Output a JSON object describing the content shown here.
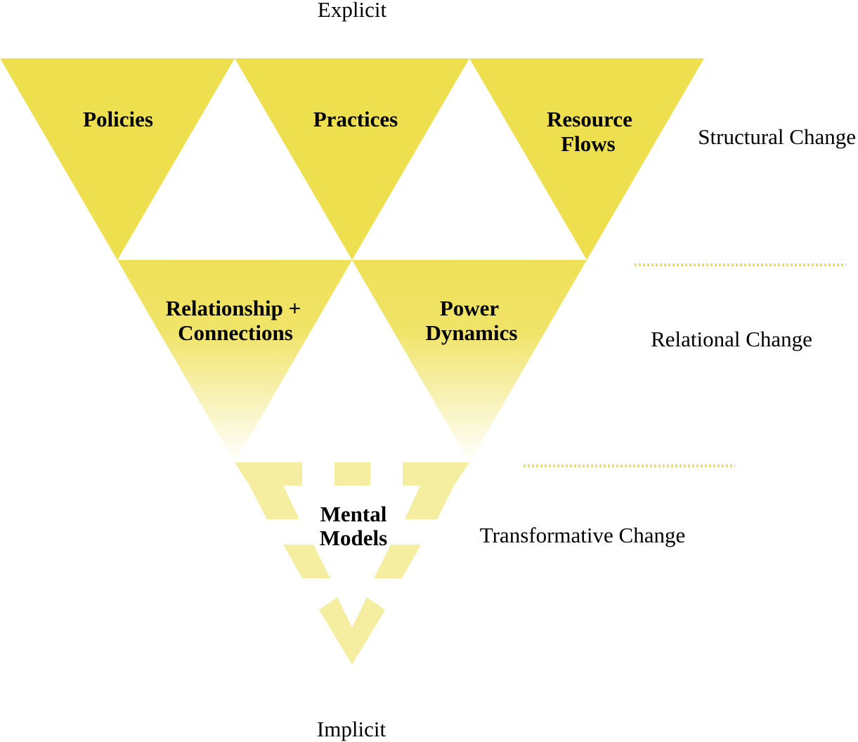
{
  "axis": {
    "top_label": "Explicit",
    "bottom_label": "Implicit"
  },
  "levels": {
    "structural": "Structural Change",
    "relational": "Relational Change",
    "transformative": "Transformative Change"
  },
  "triangles": {
    "policies": {
      "line1": "Policies"
    },
    "practices": {
      "line1": "Practices"
    },
    "resource_flows": {
      "line1": "Resource",
      "line2": "Flows"
    },
    "relationships": {
      "line1": "Relationship +",
      "line2": "Connections"
    },
    "power_dynamics": {
      "line1": "Power",
      "line2": "Dynamics"
    },
    "mental_models": {
      "line1": "Mental",
      "line2": "Models"
    }
  },
  "colors": {
    "solid_yellow": "#EEDF4E",
    "pale_yellow": "#F5EDA0",
    "divider": "#EEDF4E"
  }
}
